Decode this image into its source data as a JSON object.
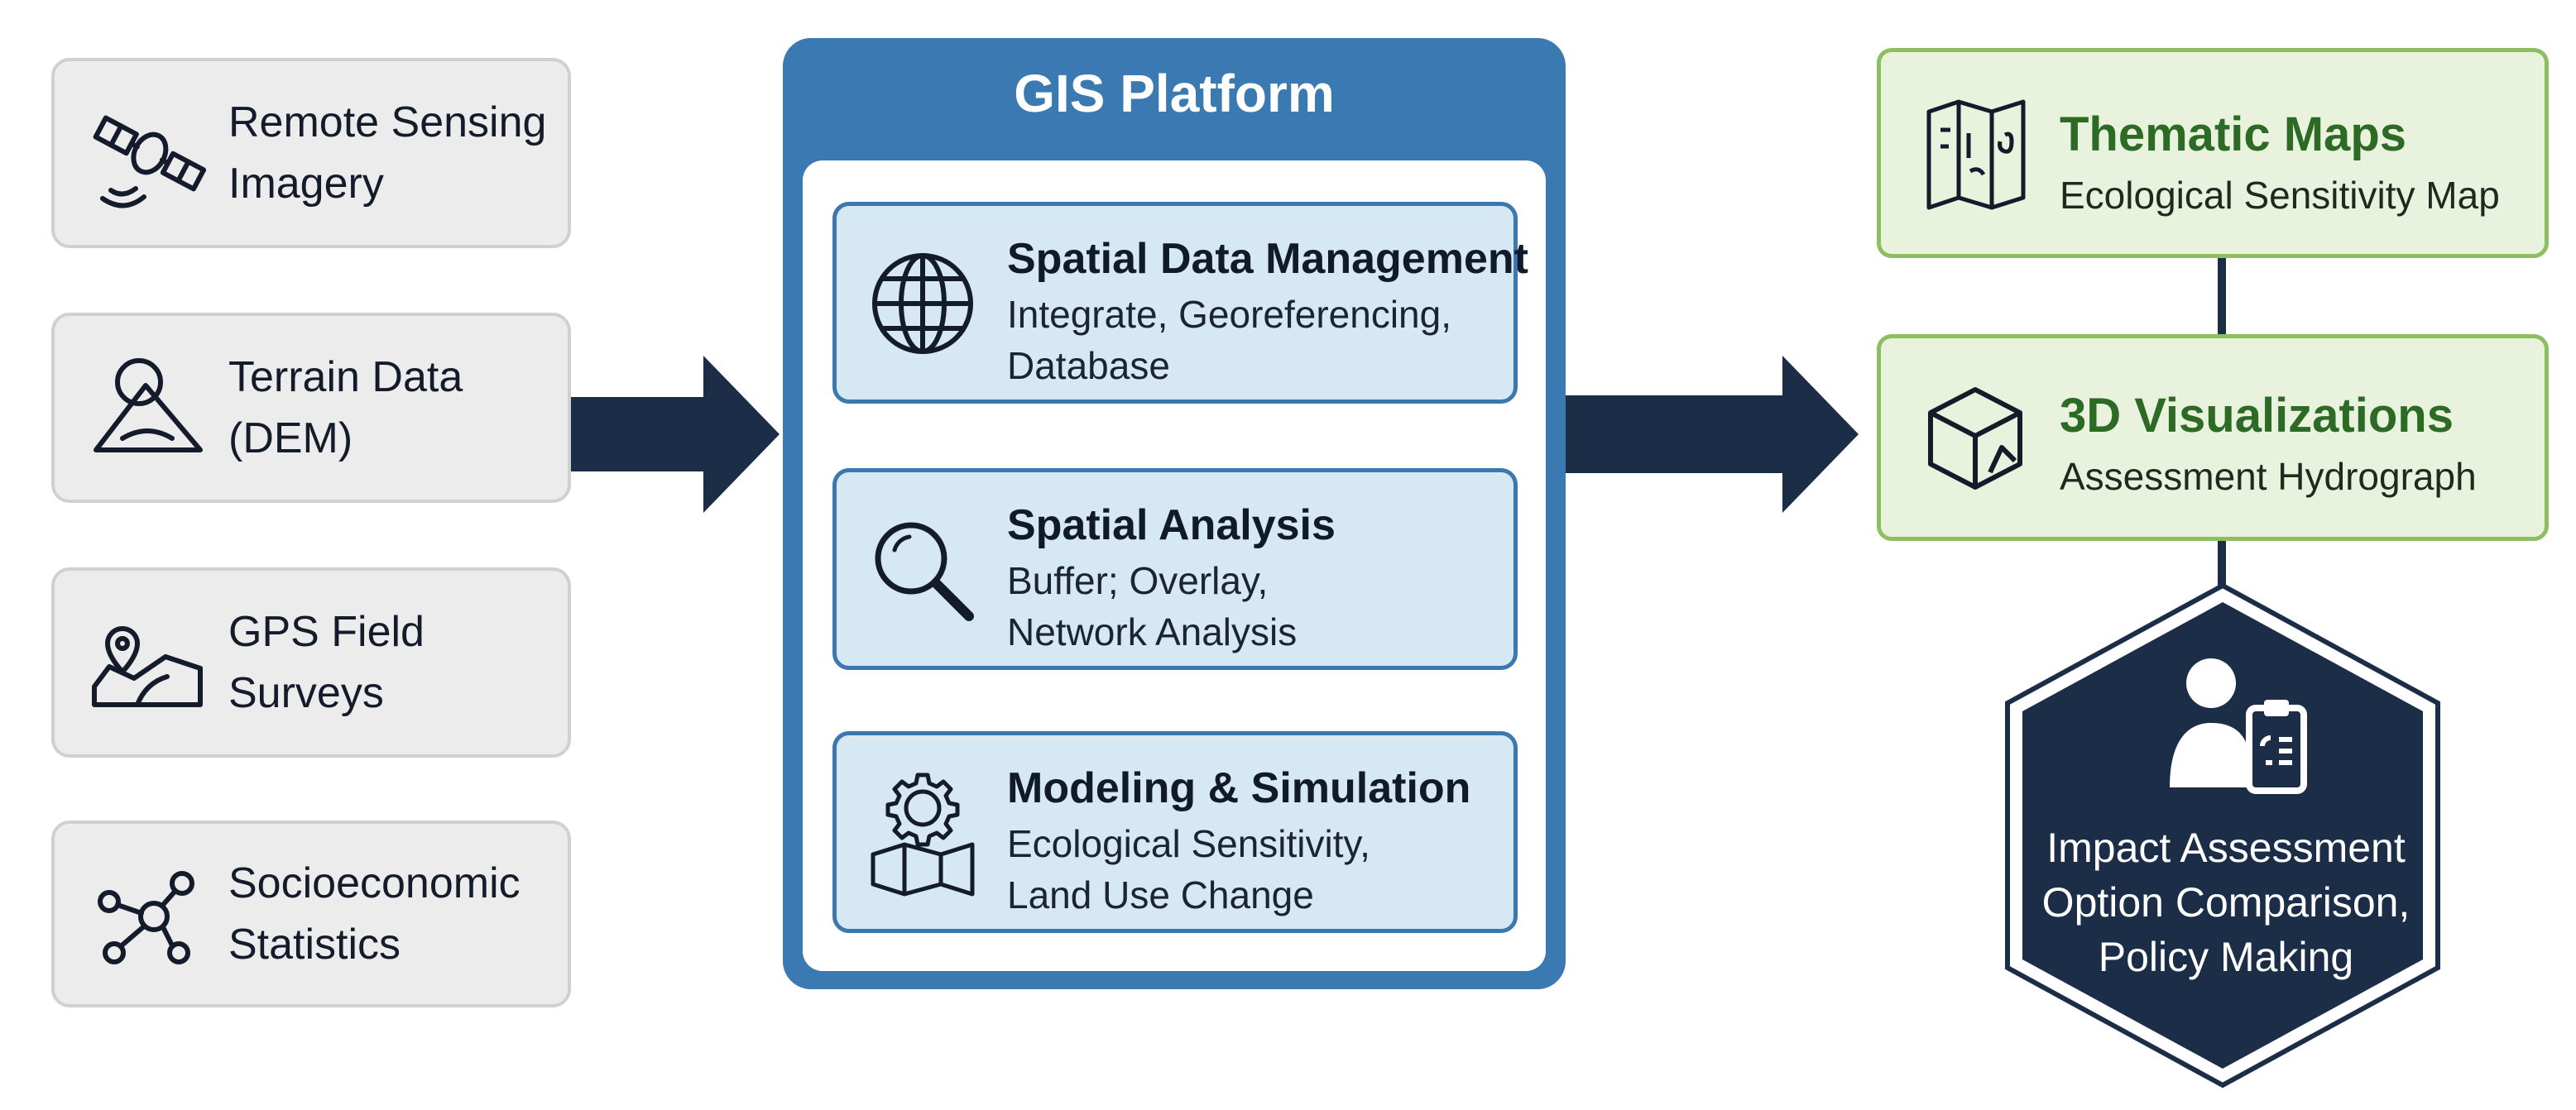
{
  "inputs": [
    {
      "label": "Remote Sensing\nImagery",
      "icon": "satellite-icon"
    },
    {
      "label": "Terrain Data\n(DEM)",
      "icon": "terrain-icon"
    },
    {
      "label": "GPS Field\nSurveys",
      "icon": "map-pin-icon"
    },
    {
      "label": "Socioeconomic\nStatistics",
      "icon": "network-nodes-icon"
    }
  ],
  "platform": {
    "title": "GIS Platform",
    "modules": [
      {
        "title": "Spatial Data Management",
        "description": "Integrate, Georeferencing,\nDatabase",
        "icon": "globe-icon"
      },
      {
        "title": "Spatial Analysis",
        "description": "Buffer; Overlay,\nNetwork Analysis",
        "icon": "magnifier-icon"
      },
      {
        "title": "Modeling & Simulation",
        "description": "Ecological Sensitivity,\nLand Use Change",
        "icon": "gear-map-icon"
      }
    ]
  },
  "outputs": [
    {
      "title": "Thematic Maps",
      "subtitle": "Ecological Sensitivity Map",
      "icon": "folded-map-icon"
    },
    {
      "title": "3D Visualizations",
      "subtitle": "Assessment Hydrograph",
      "icon": "cube-icon"
    }
  ],
  "decision": {
    "text": "Impact Assessment\nOption Comparison,\nPolicy Making",
    "icon": "person-clipboard-icon"
  },
  "colors": {
    "platform_blue": "#3b79b3",
    "module_fill": "#d6e8f4",
    "arrow_navy": "#1b2d47",
    "output_green_border": "#8dbe60",
    "output_green_fill": "#e8f2dc",
    "output_title_green": "#2d6a26",
    "hexagon_navy": "#1b2d47"
  }
}
